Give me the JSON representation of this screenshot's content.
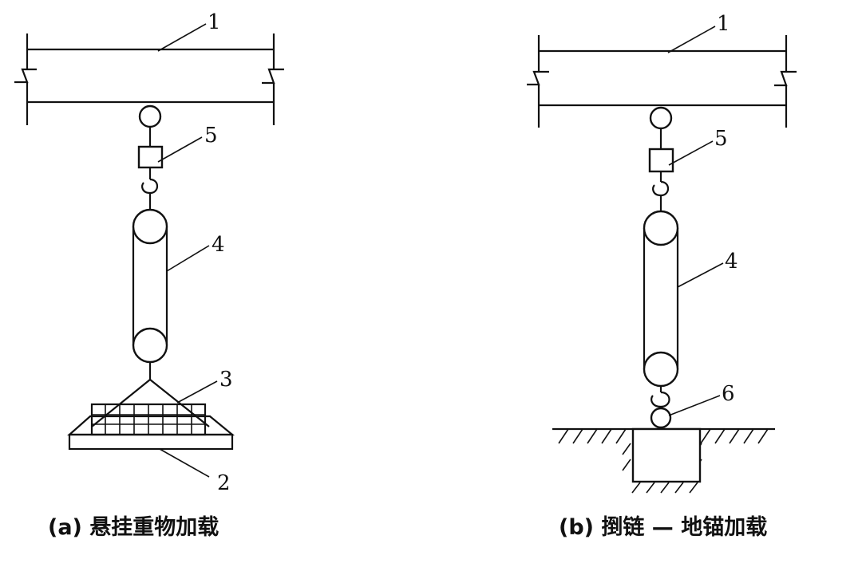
{
  "diagram": {
    "panel_a": {
      "caption": "(a) 悬挂重物加载",
      "labels": {
        "beam": "1",
        "load_tray": "2",
        "weights": "3",
        "chain_hoist": "4",
        "dynamometer": "5"
      }
    },
    "panel_b": {
      "caption": "(b) 捯链 — 地锚加载",
      "labels": {
        "beam": "1",
        "chain_hoist": "4",
        "dynamometer": "5",
        "ground_anchor_ring": "6"
      }
    }
  }
}
